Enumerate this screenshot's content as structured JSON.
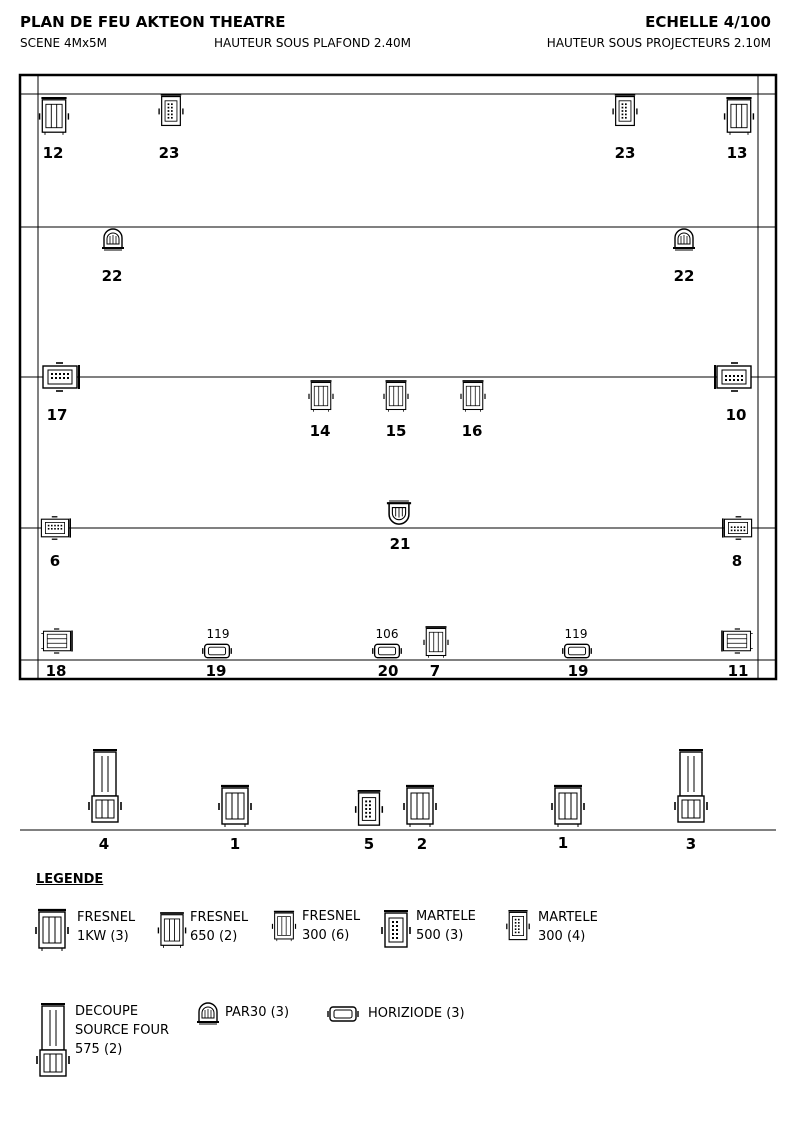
{
  "header": {
    "title": "PLAN DE FEU AKTEON THEATRE",
    "scale": "ECHELLE 4/100",
    "scene": "SCENE 4Mx5M",
    "ceiling": "HAUTEUR SOUS PLAFOND 2.40M",
    "projectors": "HAUTEUR SOUS PROJECTEURS 2.10M"
  },
  "plan_labels": {
    "r1_12": "12",
    "r1_23a": "23",
    "r1_23b": "23",
    "r1_13": "13",
    "r2_22a": "22",
    "r2_22b": "22",
    "r3_17": "17",
    "r3_14": "14",
    "r3_15": "15",
    "r3_16": "16",
    "r3_10": "10",
    "r4_6": "6",
    "r4_21": "21",
    "r4_8": "8",
    "r5_18": "18",
    "r5_19a": "19",
    "r5_20": "20",
    "r5_7": "7",
    "r5_19b": "19",
    "r5_11": "11",
    "w_119a": "119",
    "w_106": "106",
    "w_119b": "119"
  },
  "floor_labels": {
    "f4": "4",
    "f1a": "1",
    "f5": "5",
    "f2": "2",
    "f1b": "1",
    "f3": "3"
  },
  "legend": {
    "title": "LEGENDE",
    "fresnel_1kw": "FRESNEL\n1KW (3)",
    "fresnel_650": "FRESNEL\n650 (2)",
    "fresnel_300": "FRESNEL\n300 (6)",
    "martele_500": "MARTELE\n500 (3)",
    "martele_300": "MARTELE\n300 (4)",
    "decoupe": "DECOUPE\nSOURCE FOUR\n575 (2)",
    "par30": "PAR30 (3)",
    "horiziode": "HORIZIODE (3)"
  },
  "icons": {
    "fresnel": "fresnel-projector-icon",
    "martele": "martele-projector-icon",
    "par30": "par30-projector-icon",
    "horiziode": "horiziode-projector-icon",
    "decoupe": "decoupe-projector-icon"
  }
}
